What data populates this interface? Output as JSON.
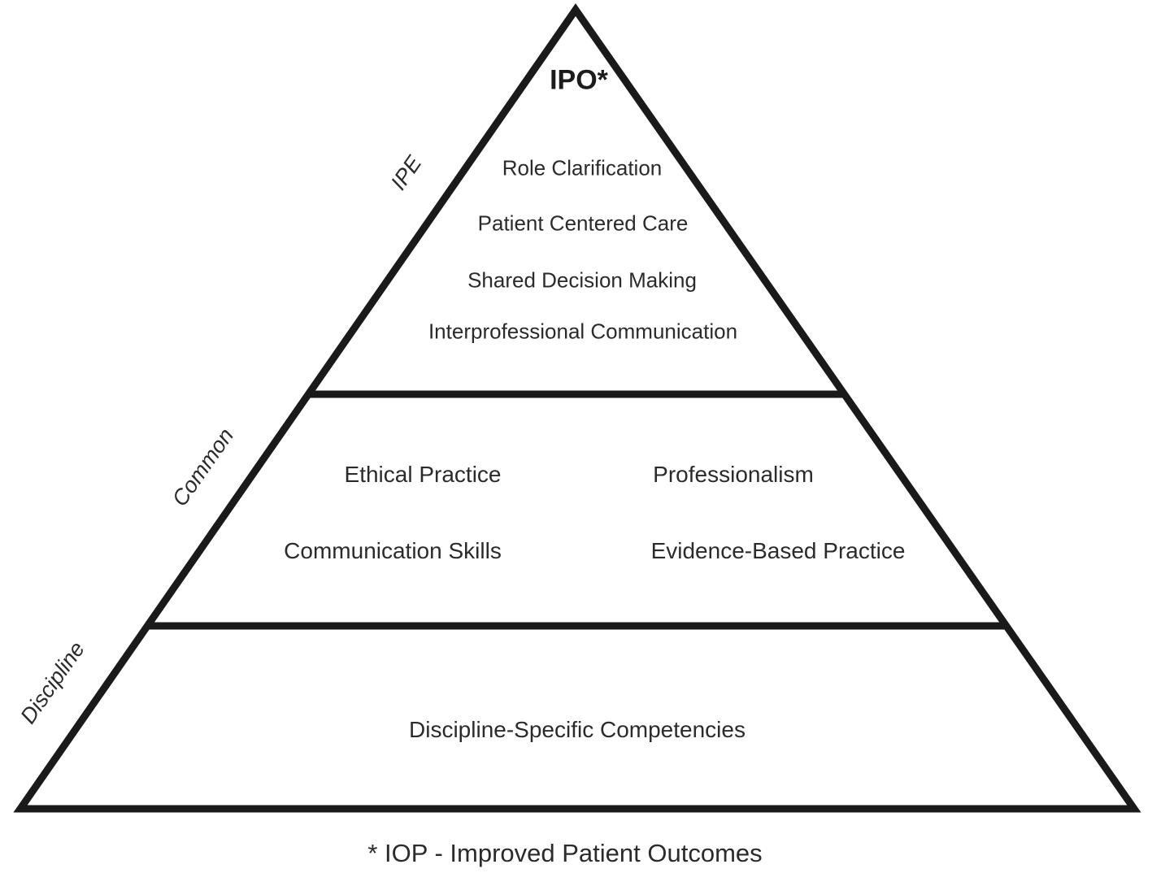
{
  "diagram": {
    "apex_label": "IPO*",
    "tiers": [
      {
        "side_label": "IPE",
        "items": [
          "Role Clarification",
          "Patient Centered Care",
          "Shared Decision Making",
          "Interprofessional Communication"
        ]
      },
      {
        "side_label": "Common",
        "items": [
          "Ethical Practice",
          "Professionalism",
          "Communication Skills",
          "Evidence-Based Practice"
        ]
      },
      {
        "side_label": "Discipline",
        "items": [
          "Discipline-Specific Competencies"
        ]
      }
    ],
    "footnote": "* IOP - Improved Patient Outcomes"
  },
  "colors": {
    "line": "#1a1a1a",
    "text": "#2b2b2b",
    "background": "#ffffff"
  }
}
